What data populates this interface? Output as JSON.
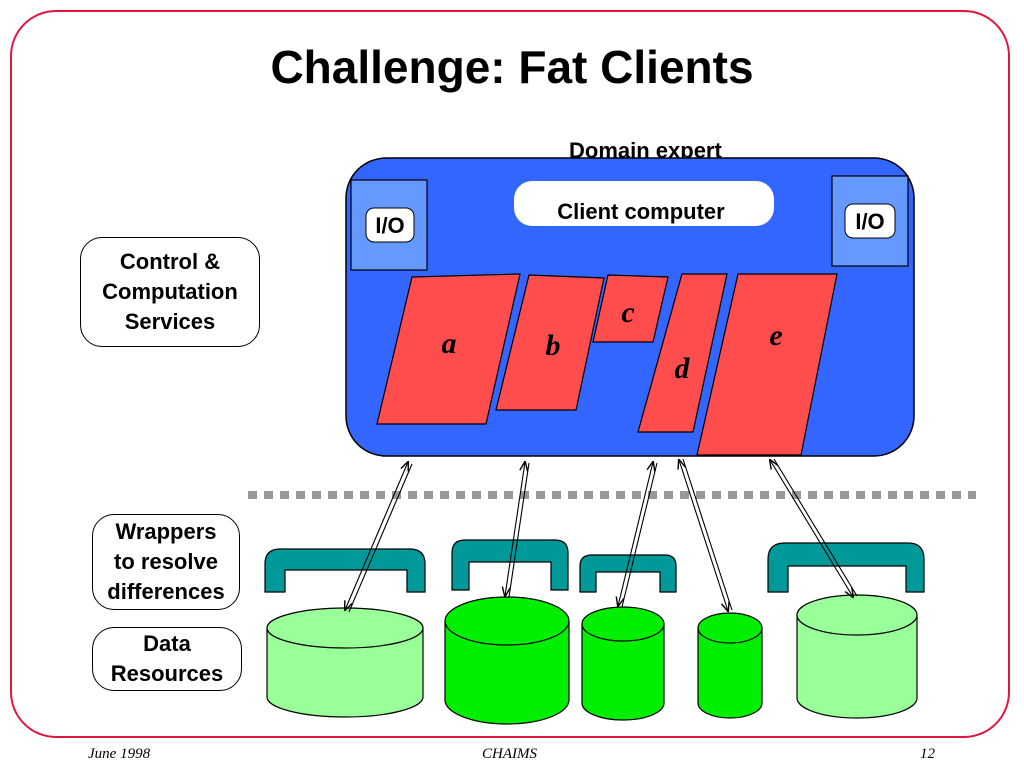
{
  "slide": {
    "title": "Challenge: Fat Clients",
    "domain_expert": "Domain expert",
    "client_computer": "Client  computer",
    "io_left": "I/O",
    "io_right": "I/O",
    "modules": [
      "a",
      "b",
      "c",
      "d",
      "e"
    ],
    "left_labels": {
      "control": "Control &\nComputation\nServices",
      "wrappers": "Wrappers\nto resolve\ndifferences",
      "data": "Data\nResources"
    },
    "colors": {
      "frame": "#e0163f",
      "client_box": "#3366ff",
      "io_box": "#6699ff",
      "module": "#ff4d4d",
      "wrapper": "#009999",
      "db_dark": "#00ee00",
      "db_light": "#99ff99",
      "separator": "#999999"
    }
  },
  "footer": {
    "date": "June 1998",
    "center": "CHAIMS",
    "page": "12"
  }
}
